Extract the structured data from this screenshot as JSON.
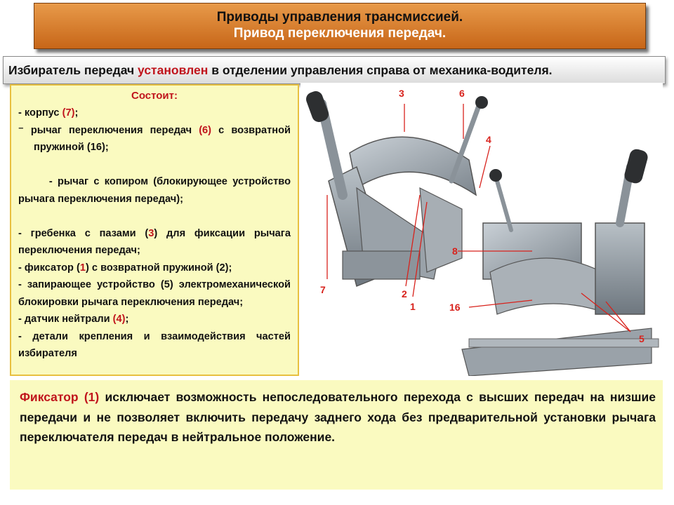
{
  "title": {
    "line1": "Приводы управления трансмиссией.",
    "line2": "Привод переключения передач."
  },
  "subtitle": {
    "part1": "Избиратель передач ",
    "part2": "установлен",
    "part3": " в отделении управления справа от механика-водителя."
  },
  "components": {
    "heading": "Состоит:",
    "items": [
      {
        "pre": "- корпус ",
        "ref": "(7)",
        "post": ";"
      },
      {
        "pre": "⁻ рычаг переключения передач ",
        "ref": "(6)",
        "post": " с возвратной пружиной (16);"
      },
      {
        "pre": "  - рычаг с копиром (блокирующее устройство рычага переключения передач);",
        "ref": "",
        "post": ""
      },
      {
        "pre": "- гребенка с пазами (",
        "ref": "3",
        "post": ") для фиксации рычага переключения передач;"
      },
      {
        "pre": "- фиксатор (",
        "ref": "1",
        "post": ") с возвратной пружиной (2);",
        "ref2_pre": "",
        "ref2": "2"
      },
      {
        "pre": "- запирающее устройство (5) электромеханической блокировки рычага переключения передач;",
        "ref": "",
        "post": ""
      },
      {
        "pre": "- датчик нейтрали ",
        "ref": "(4)",
        "post": ";"
      },
      {
        "pre": "- детали крепления и взаимодействия частей избирателя",
        "ref": "",
        "post": ""
      }
    ]
  },
  "description": {
    "lead": "Фиксатор (1)",
    "text": " исключает возможность непоследовательного перехода с высших передач на низшие передачи и не позволяет включить передачу заднего хода без предварительной установки рычага переключателя передач в нейтральное положение."
  },
  "figure_labels": {
    "l3": "3",
    "l6": "6",
    "l4": "4",
    "l8": "8",
    "l7": "7",
    "l2": "2",
    "l1": "1",
    "l16": "16",
    "l5": "5"
  },
  "colors": {
    "accent_red": "#c0141c",
    "title_orange": "#d8782a",
    "panel_yellow": "#fafac0"
  }
}
